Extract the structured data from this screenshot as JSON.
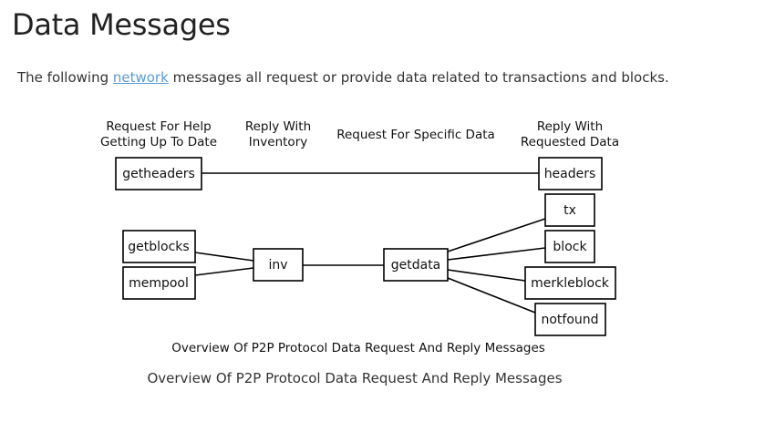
{
  "page": {
    "title": "Data Messages",
    "intro_before": "The following ",
    "intro_link": "network",
    "intro_after": " messages all request or provide data related to transactions and blocks.",
    "link_color": "#5b9bd5"
  },
  "diagram": {
    "headers": {
      "col1_line1": "Request For Help",
      "col1_line2": "Getting Up To Date",
      "col2_line1": "Reply With",
      "col2_line2": "Inventory",
      "col3": "Request For Specific Data",
      "col4_line1": "Reply With",
      "col4_line2": "Requested Data"
    },
    "nodes": {
      "getheaders": "getheaders",
      "headers": "headers",
      "getblocks": "getblocks",
      "mempool": "mempool",
      "inv": "inv",
      "getdata": "getdata",
      "tx": "tx",
      "block": "block",
      "merkleblock": "merkleblock",
      "notfound": "notfound"
    },
    "edges": [
      [
        "getheaders",
        "headers"
      ],
      [
        "getblocks",
        "inv"
      ],
      [
        "mempool",
        "inv"
      ],
      [
        "inv",
        "getdata"
      ],
      [
        "getdata",
        "tx"
      ],
      [
        "getdata",
        "block"
      ],
      [
        "getdata",
        "merkleblock"
      ],
      [
        "getdata",
        "notfound"
      ]
    ],
    "caption": "Overview Of P2P Protocol Data Request And Reply Messages"
  },
  "figure_caption": "Overview Of P2P Protocol Data Request And Reply Messages"
}
